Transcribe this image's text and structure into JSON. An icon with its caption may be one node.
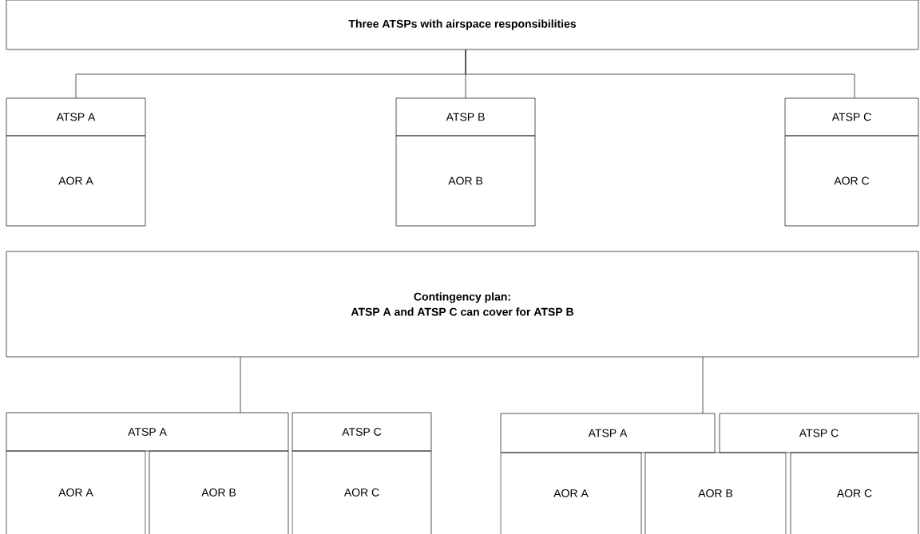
{
  "diagram": {
    "nodes": [
      {
        "text": [
          "Three ATSPs with airspace responsibilities"
        ]
      },
      {
        "text": [
          "ATSP A"
        ]
      },
      {
        "text": [
          "AOR A"
        ]
      },
      {
        "text": [
          "ATSP B"
        ]
      },
      {
        "text": [
          "AOR B"
        ]
      },
      {
        "text": [
          "ATSP C"
        ]
      },
      {
        "text": [
          "AOR C"
        ]
      },
      {
        "text": [
          "Contingency plan:",
          "ATSP A and ATSP C can cover for ATSP B"
        ]
      },
      {
        "text": [
          "ATSP A"
        ]
      },
      {
        "text": [
          "AOR A"
        ]
      },
      {
        "text": [
          "AOR B"
        ]
      },
      {
        "text": [
          "ATSP C"
        ]
      },
      {
        "text": [
          "AOR C"
        ]
      },
      {
        "text": [
          "ATSP A"
        ]
      },
      {
        "text": [
          "ATSP C"
        ]
      },
      {
        "text": [
          "AOR A"
        ]
      },
      {
        "text": [
          "AOR B"
        ]
      },
      {
        "text": [
          "AOR C"
        ]
      }
    ],
    "edges": [
      {
        "from": 0,
        "to": 1,
        "arrow": "none"
      },
      {
        "from": 0,
        "to": 3,
        "arrow": "none"
      },
      {
        "from": 0,
        "to": 5,
        "arrow": "none"
      },
      {
        "from": 7,
        "to": 8,
        "arrow": "none"
      },
      {
        "from": 7,
        "to": 13,
        "arrow": "none"
      }
    ]
  }
}
